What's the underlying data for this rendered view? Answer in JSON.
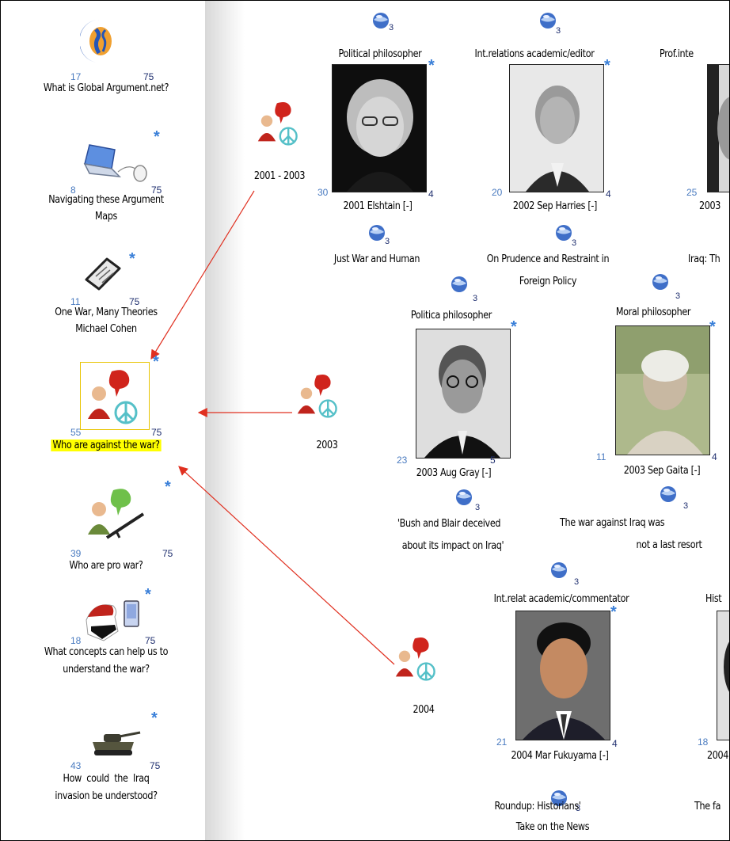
{
  "sidebar": {
    "items": [
      {
        "left_count": "17",
        "right_count": "75",
        "label": "What is Global Argument.net?"
      },
      {
        "left_count": "8",
        "right_count": "75",
        "label_1": "Navigating these Argument",
        "label_2": "Maps"
      },
      {
        "left_count": "11",
        "right_count": "75",
        "label_1": "One War, Many Theories",
        "label_2": "Michael Cohen"
      },
      {
        "left_count": "55",
        "right_count": "75",
        "label": "Who are against the war?"
      },
      {
        "left_count": "39",
        "right_count": "75",
        "label": "Who are pro war?"
      },
      {
        "left_count": "18",
        "right_count": "75",
        "label_1": "What concepts can help us to",
        "label_2": "understand the war?"
      },
      {
        "left_count": "43",
        "right_count": "75",
        "label_1": "How  could  the  Iraq",
        "label_2": "invasion be understood?"
      }
    ]
  },
  "groups": [
    {
      "label": "2001 - 2003"
    },
    {
      "label": "2003"
    },
    {
      "label": "2004"
    }
  ],
  "people": [
    {
      "role": "Political philosopher",
      "globe_count": "3",
      "left_count": "30",
      "right_count": "4",
      "name": "2001 Elshtain [-]",
      "ref_count": "3",
      "ref_1": "Just War and Human",
      "ref_2": ""
    },
    {
      "role": "Int.relations academic/editor",
      "globe_count": "3",
      "left_count": "20",
      "right_count": "4",
      "name": "2002 Sep Harries [-]",
      "ref_count": "3",
      "ref_1": "On Prudence and Restraint in",
      "ref_2": "Foreign Policy"
    },
    {
      "role": "Prof.inte",
      "globe_count": "",
      "left_count": "25",
      "right_count": "",
      "name": "2003",
      "ref_count": "",
      "ref_1": "Iraq: Th",
      "ref_2": ""
    },
    {
      "role": "Politica philosopher",
      "globe_count": "3",
      "left_count": "23",
      "right_count": "5",
      "name": "2003 Aug Gray [-]",
      "ref_count": "3",
      "ref_1": "'Bush and Blair deceived",
      "ref_2": "about its impact on Iraq'"
    },
    {
      "role": "Moral philosopher",
      "globe_count": "3",
      "left_count": "11",
      "right_count": "4",
      "name": "2003 Sep Gaita [-]",
      "ref_count": "3",
      "ref_1": "The war against Iraq was",
      "ref_2": "not a last resort"
    },
    {
      "role": "Int.relat academic/commentator",
      "globe_count": "3",
      "left_count": "21",
      "right_count": "4",
      "name": "2004 Mar Fukuyama [-]",
      "ref_count": "3",
      "ref_1": "Roundup: Historians'",
      "ref_2": "Take on the News"
    },
    {
      "role": "Hist",
      "globe_count": "",
      "left_count": "18",
      "right_count": "",
      "name": "2004",
      "ref_count": "",
      "ref_1": "The fa",
      "ref_2": ""
    }
  ],
  "star_glyph": "*",
  "colors": {
    "highlight": "#ffff00",
    "arrow": "#e03020",
    "count_left": "#4a7bc0",
    "count_right": "#1f2f6f",
    "star": "#3a7fd8"
  },
  "icons": [
    "global-argument-logo-icon",
    "laptop-mouse-icon",
    "document-icon",
    "protester-peace-icon",
    "soldier-rifle-icon",
    "iraq-map-phone-icon",
    "tank-icon",
    "globe-icon"
  ]
}
